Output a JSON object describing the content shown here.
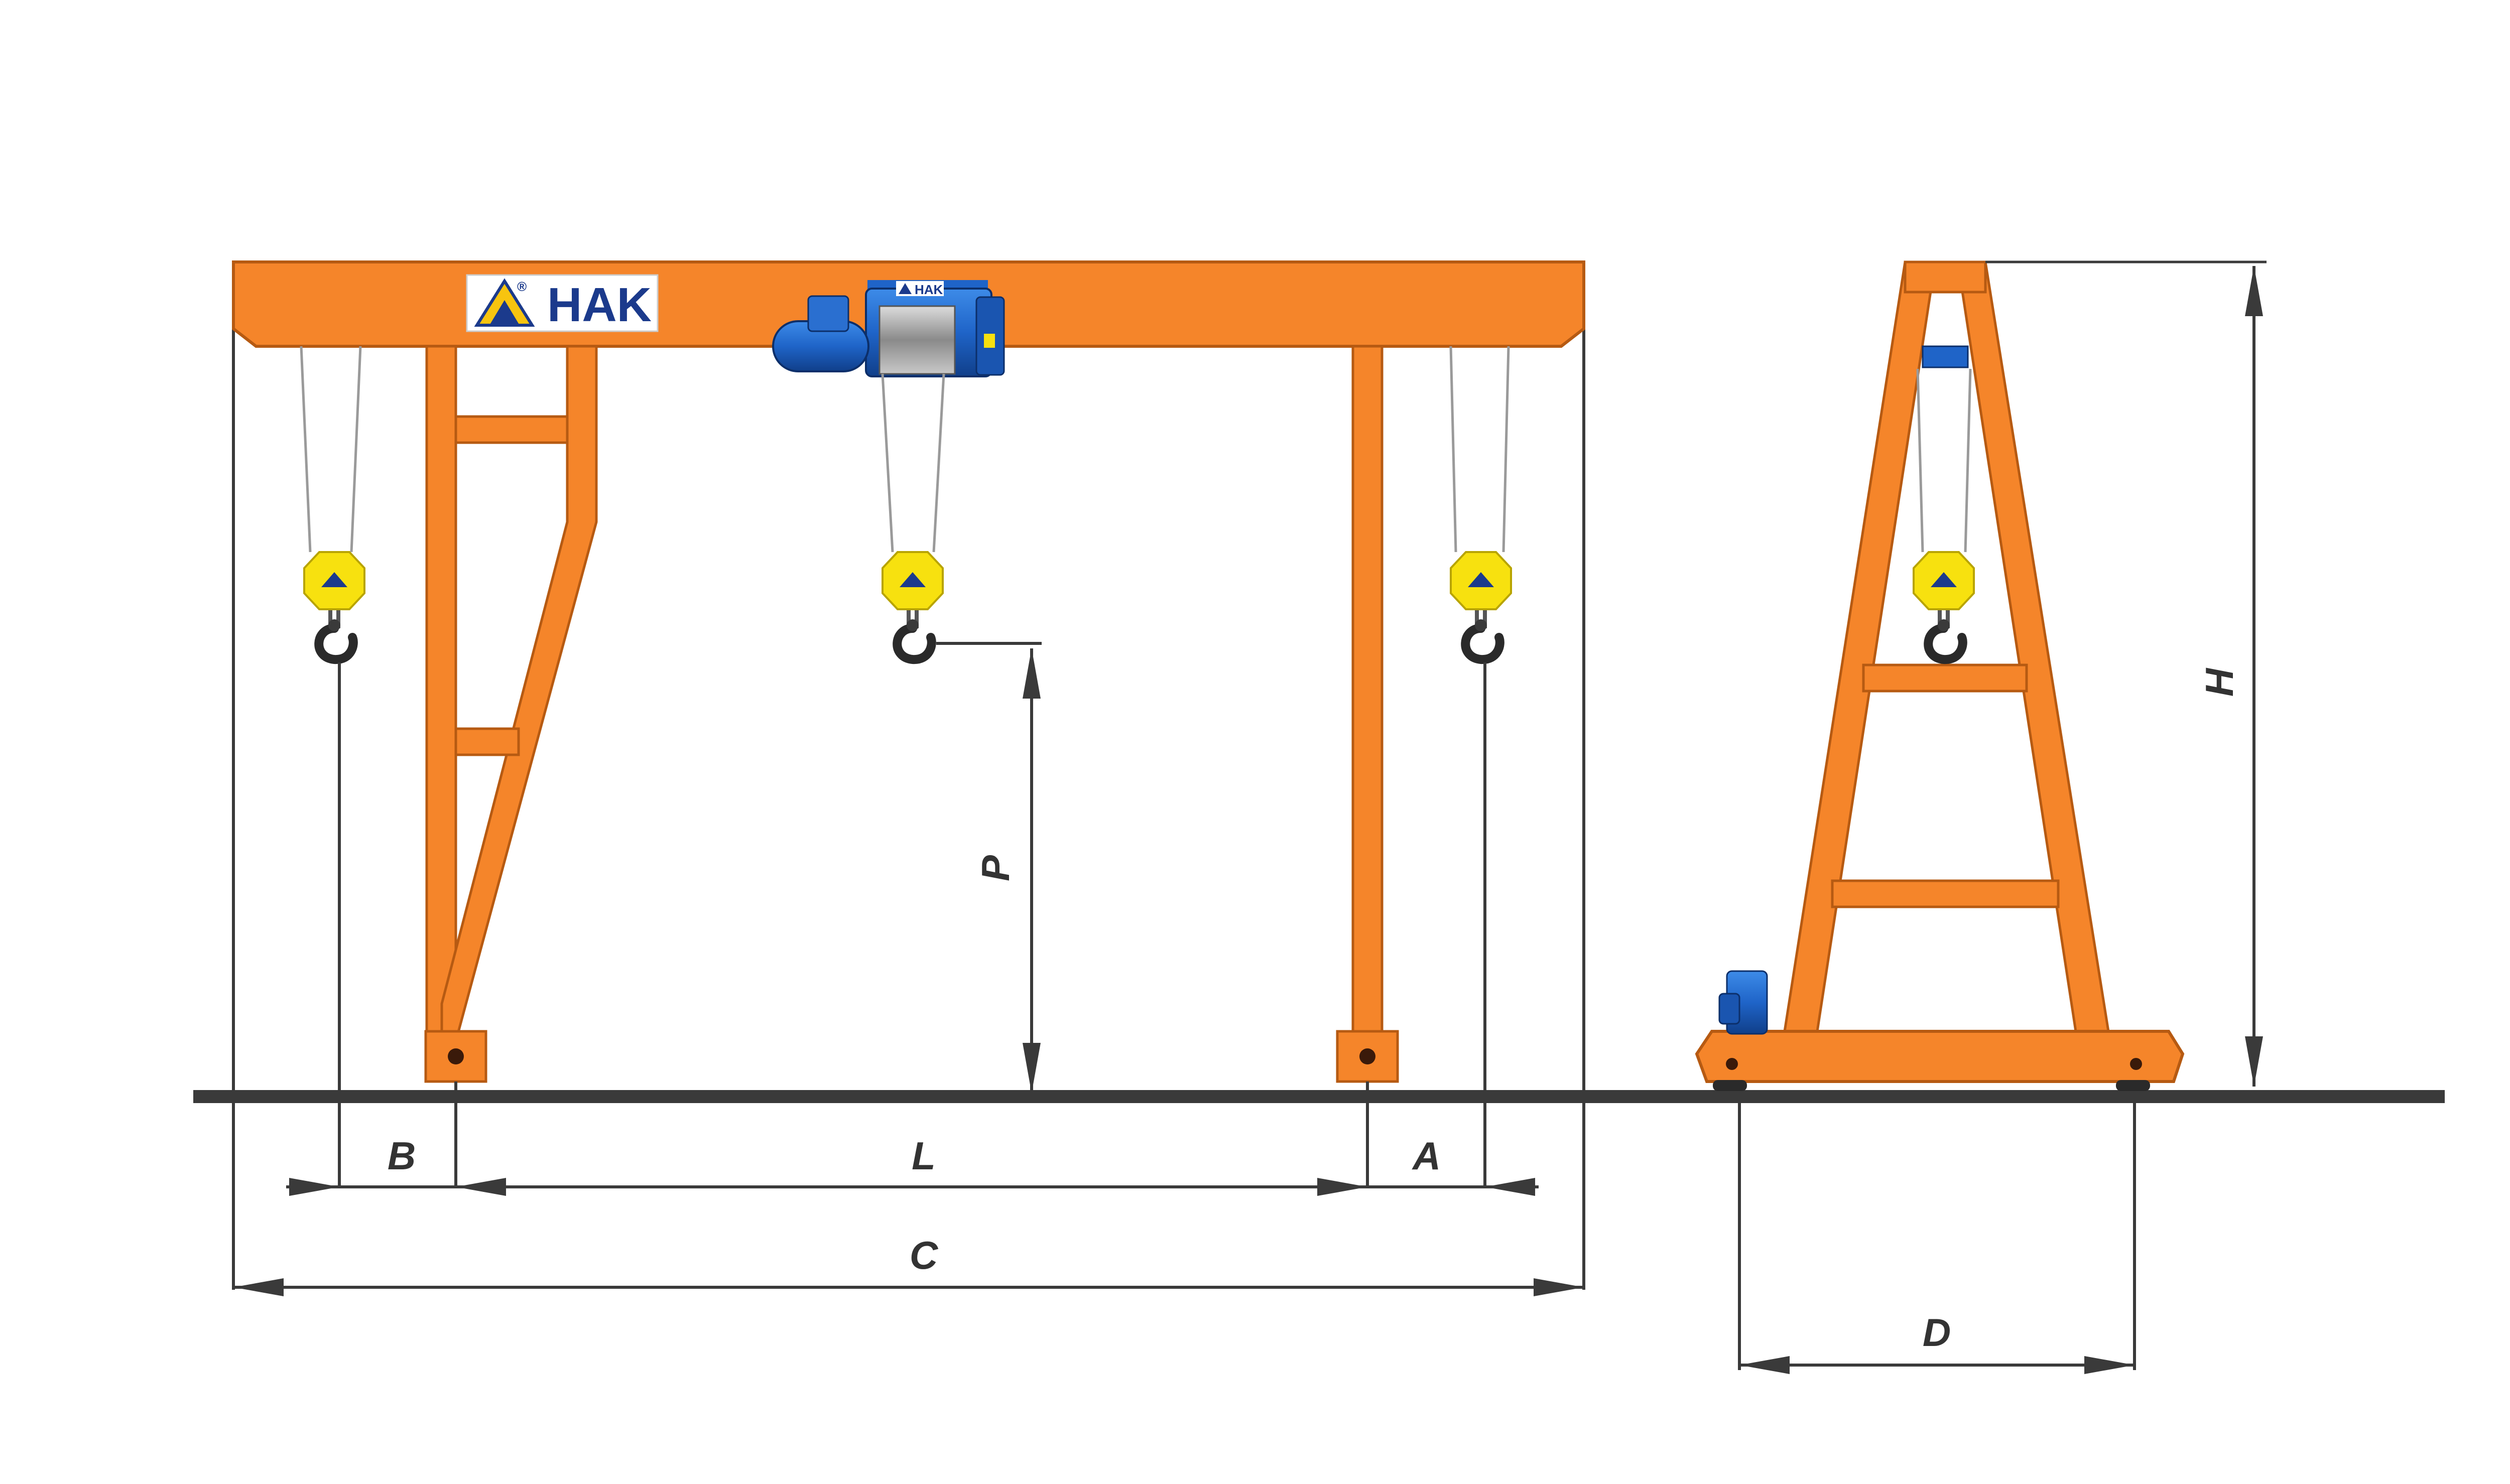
{
  "brand": {
    "name": "HAK",
    "registered_mark": "®",
    "hoist_label": "HAK"
  },
  "dimensions": {
    "A": "A",
    "B": "B",
    "C": "C",
    "D": "D",
    "H": "H",
    "L": "L",
    "P": "P"
  },
  "colors": {
    "frame": "#f5852a",
    "frame_edge": "#b65a12",
    "hoist": "#1f64c8",
    "hook_block": "#f7e10f",
    "ground": "#3a3a3a",
    "dimension_line": "#3a3a3a",
    "label": "#333333"
  },
  "icons": [
    "hak-logo-icon",
    "hoist-motor-icon",
    "hook-block-icon",
    "hook-icon",
    "wheel-icon",
    "travel-motor-icon"
  ]
}
